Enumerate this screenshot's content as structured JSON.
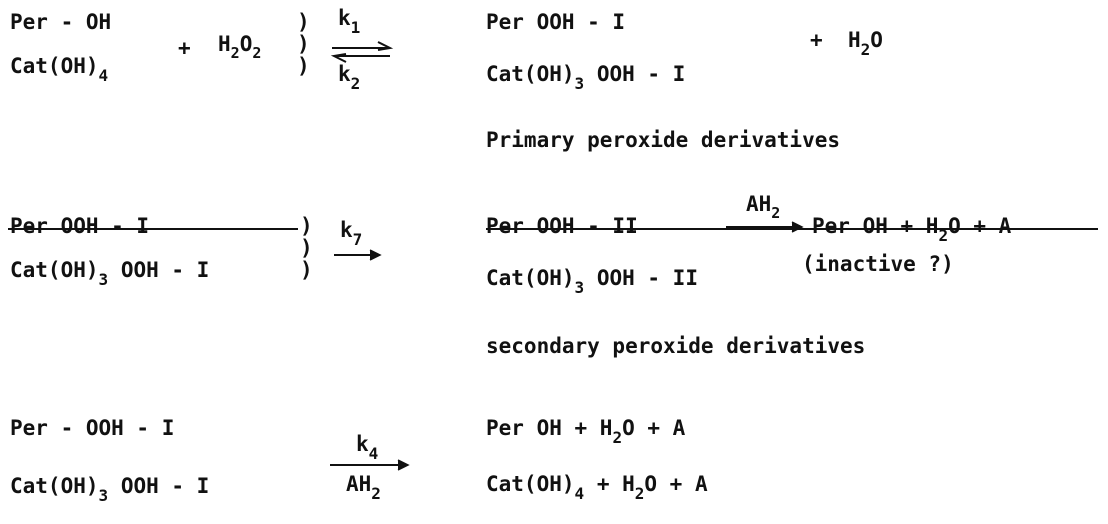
{
  "reaction1": {
    "per_oh": "Per - OH",
    "cat": "Cat(OH)",
    "cat_sub": "4",
    "plus": "+",
    "h2o2_h": "H",
    "h2o2_sub1": "2",
    "h2o2_o": "O",
    "h2o2_sub2": "2",
    "paren": ")",
    "k1": "k",
    "k1_sub": "1",
    "k2": "k",
    "k2_sub": "2",
    "prod1": "Per OOH - I",
    "prod2_cat": "Cat(OH)",
    "prod2_sub": "3",
    "prod2_rest": "OOH - I",
    "water_plus": "+",
    "water_h": "H",
    "water_sub": "2",
    "water_o": "O",
    "caption": "Primary peroxide derivatives"
  },
  "reaction2": {
    "reactant1": "Per OOH - I",
    "reactant2_cat": "Cat(OH)",
    "reactant2_sub": "3",
    "reactant2_rest": "OOH - I",
    "paren": ")",
    "k7": "k",
    "k7_sub": "7",
    "prod1": "Per OOH - II",
    "ah2_a": "AH",
    "ah2_sub": "2",
    "result_per": "Per OH + H",
    "result_sub": "2",
    "result_rest": "O + A",
    "prod2_cat": "Cat(OH)",
    "prod2_sub": "3",
    "prod2_rest": "OOH - II",
    "inactive": "(inactive ?)",
    "caption": "secondary peroxide derivatives"
  },
  "reaction3": {
    "reactant1": "Per - OOH - I",
    "reactant2_cat": "Cat(OH)",
    "reactant2_sub": "3",
    "reactant2_rest": "OOH - I",
    "k4": "k",
    "k4_sub": "4",
    "ah2_a": "AH",
    "ah2_sub": "2",
    "prod1_a": "Per OH + H",
    "prod1_sub": "2",
    "prod1_b": "O + A",
    "prod2_cat": "Cat(OH)",
    "prod2_sub": "4",
    "prod2_mid": "+ H",
    "prod2_sub2": "2",
    "prod2_b": "O + A"
  }
}
